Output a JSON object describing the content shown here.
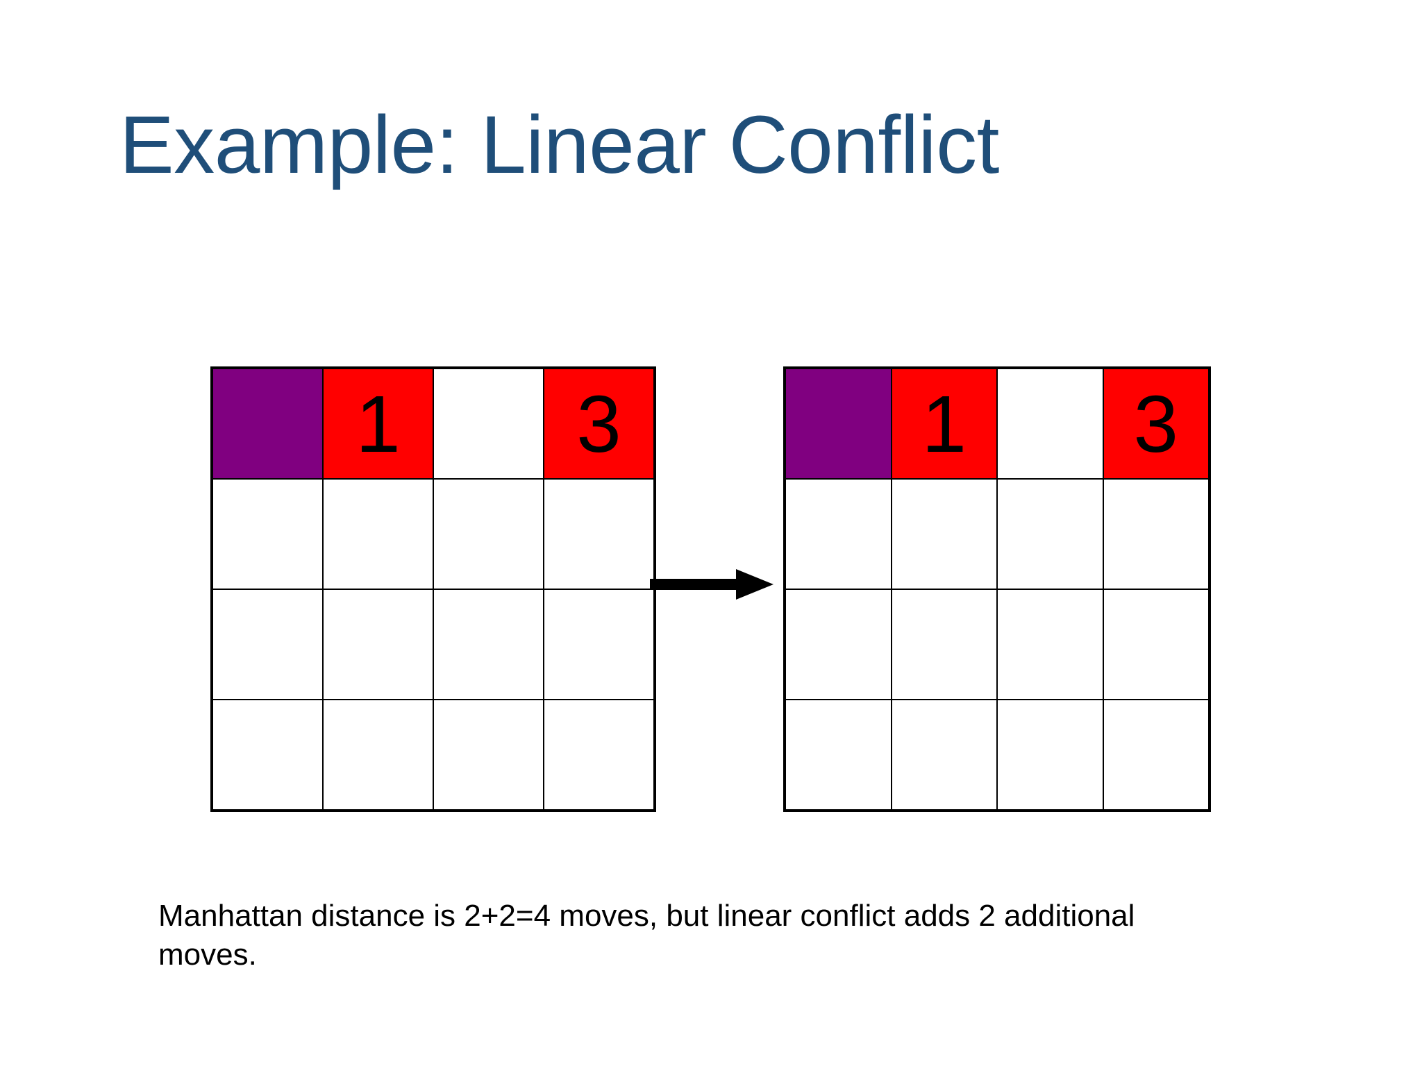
{
  "slide": {
    "title": "Example: Linear Conflict",
    "title_color": "#1F4E79",
    "background_color": "#FFFFFF",
    "caption": "Manhattan distance is 2+2=4 moves, but linear conflict adds 2 additional moves."
  },
  "palette": {
    "purple": "#800080",
    "red": "#FF0000",
    "white": "#FFFFFF",
    "border": "#000000",
    "arrow": "#000000"
  },
  "arrow": {
    "label": "transforms-into",
    "direction": "right"
  },
  "boards": [
    {
      "name": "before-board",
      "rows": 4,
      "cols": 4,
      "cells": [
        {
          "label": "",
          "fill": "purple"
        },
        {
          "label": "1",
          "fill": "red"
        },
        {
          "label": "",
          "fill": "white"
        },
        {
          "label": "3",
          "fill": "red"
        },
        {
          "label": "",
          "fill": "white"
        },
        {
          "label": "",
          "fill": "white"
        },
        {
          "label": "",
          "fill": "white"
        },
        {
          "label": "",
          "fill": "white"
        },
        {
          "label": "",
          "fill": "white"
        },
        {
          "label": "",
          "fill": "white"
        },
        {
          "label": "",
          "fill": "white"
        },
        {
          "label": "",
          "fill": "white"
        },
        {
          "label": "",
          "fill": "white"
        },
        {
          "label": "",
          "fill": "white"
        },
        {
          "label": "",
          "fill": "white"
        },
        {
          "label": "",
          "fill": "white"
        }
      ]
    },
    {
      "name": "after-board",
      "rows": 4,
      "cols": 4,
      "cells": [
        {
          "label": "",
          "fill": "purple"
        },
        {
          "label": "1",
          "fill": "red"
        },
        {
          "label": "",
          "fill": "white"
        },
        {
          "label": "3",
          "fill": "red"
        },
        {
          "label": "",
          "fill": "white"
        },
        {
          "label": "",
          "fill": "white"
        },
        {
          "label": "",
          "fill": "white"
        },
        {
          "label": "",
          "fill": "white"
        },
        {
          "label": "",
          "fill": "white"
        },
        {
          "label": "",
          "fill": "white"
        },
        {
          "label": "",
          "fill": "white"
        },
        {
          "label": "",
          "fill": "white"
        },
        {
          "label": "",
          "fill": "white"
        },
        {
          "label": "",
          "fill": "white"
        },
        {
          "label": "",
          "fill": "white"
        },
        {
          "label": "",
          "fill": "white"
        }
      ]
    }
  ]
}
